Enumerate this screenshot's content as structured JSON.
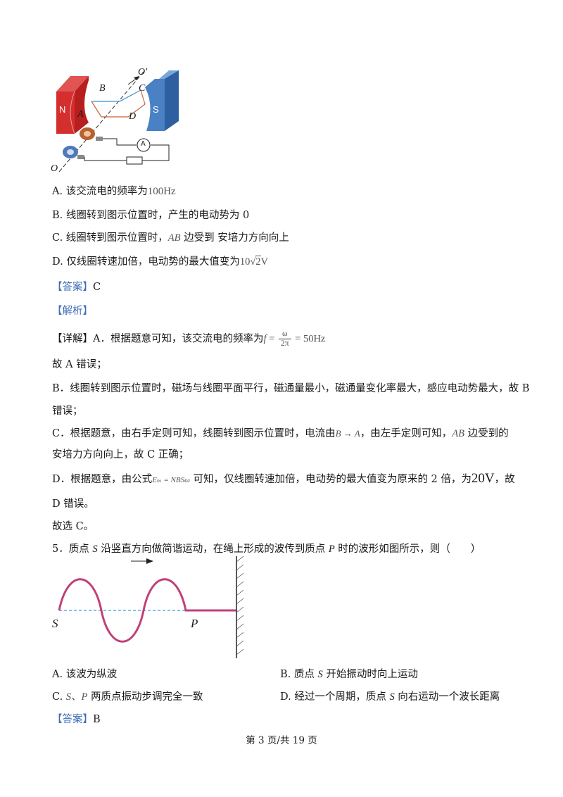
{
  "figure1": {
    "label_o_top": "O'",
    "label_b": "B",
    "label_c": "C",
    "label_n": "N",
    "label_s": "S",
    "label_a": "A",
    "label_d": "D",
    "ammeter": "A",
    "label_o_bottom": "O"
  },
  "q4": {
    "opt_a_text": "A. 该交流电的频率为",
    "opt_a_val": "100Hz",
    "opt_b": "B. 线圈转到图示位置时，产生的电动势为 0",
    "opt_c_pre": "C. 线圈转到图示位置时，",
    "opt_c_ab": "AB",
    "opt_c_post": " 边受到   安培力方向向上",
    "opt_d_pre": "D. 仅线圈转速加倍，电动势的最大值变为",
    "opt_d_val_a": "10",
    "opt_d_val_b": "2",
    "opt_d_val_c": "V",
    "answer_tag": "【答案】",
    "answer_val": "C",
    "analysis_tag": "【解析】",
    "detail_tag": "【详解】",
    "detail_a_pre": "A．根据题意可知，该交流电的频率为",
    "detail_a_f": "f",
    "detail_a_eq": " = ",
    "detail_a_num": "ω",
    "detail_a_den": "2π",
    "detail_a_res": " = 50Hz",
    "detail_a_end": "故 A 错误；",
    "detail_b_1": "B．线圈转到图示位置时，磁场与线圈平面平行，磁通量最小，磁通量变化率最大，感应电动势最大，故 B",
    "detail_b_2": "错误；",
    "detail_c_1a": "C．根据题意，由右手定则可知，线圈转到图示位置时，电流由",
    "detail_c_1b": "B → A",
    "detail_c_1c": "，由左手定则可知，",
    "detail_c_1d": "AB",
    "detail_c_1e": " 边受到的",
    "detail_c_2": "安培力方向向上，故 C 正确；",
    "detail_d_1a": "D．根据题意，由公式",
    "detail_d_1b": "Eₘ = NBSω",
    "detail_d_1c": " 可知，仅线圈转速加倍，电动势的最大值变为原来的 2 倍，为",
    "detail_d_1d": "20V",
    "detail_d_1e": "，故",
    "detail_d_2": "D 错误。",
    "conclusion": "故选 C。"
  },
  "q5": {
    "stem_a": "5．质点 ",
    "stem_s": "S",
    "stem_b": " 沿竖直方向做简谐运动，在绳上形成的波传到质点 ",
    "stem_p": "P",
    "stem_c": " 时的波形如图所示，则（　　）",
    "fig_s": "S",
    "fig_p": "P",
    "opt_a": "A. 该波为纵波",
    "opt_b_pre": "B. 质点 ",
    "opt_b_s": "S",
    "opt_b_post": " 开始振动时向上运动",
    "opt_c_pre": "C. ",
    "opt_c_sp": "S、P",
    "opt_c_post": " 两质点振动步调完全一致",
    "opt_d_pre": "D. 经过一个周期，质点 ",
    "opt_d_s": "S",
    "opt_d_post": " 向右运动一个波长距离",
    "answer_tag": "【答案】",
    "answer_val": "B"
  },
  "footer": "第 3 页/共 19 页"
}
